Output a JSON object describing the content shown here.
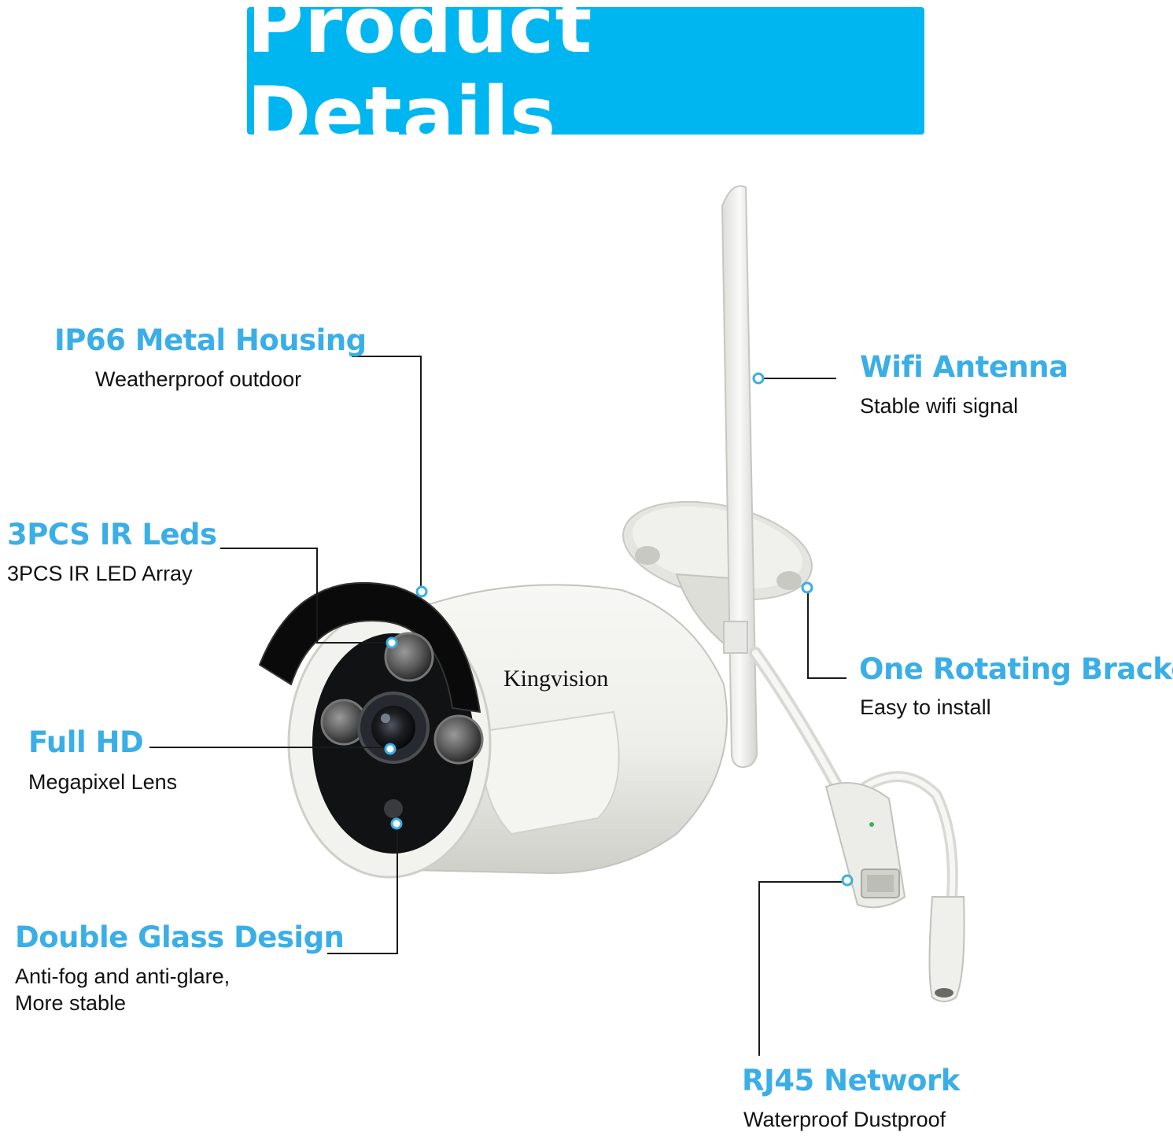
{
  "banner": {
    "title": "Product Details"
  },
  "camera": {
    "brand": "Kingvision"
  },
  "colors": {
    "accent": "#00b6f0",
    "feature_title": "#3aaee6",
    "text": "#111111"
  },
  "features": {
    "housing": {
      "title": "IP66 Metal Housing",
      "desc": "Weatherproof outdoor"
    },
    "ir_leds": {
      "title": "3PCS IR Leds",
      "desc": "3PCS IR LED Array"
    },
    "full_hd": {
      "title": "Full HD",
      "desc": "Megapixel Lens"
    },
    "glass": {
      "title": "Double Glass Design",
      "desc_line1": "Anti-fog and anti-glare,",
      "desc_line2": "More stable"
    },
    "wifi": {
      "title": "Wifi Antenna",
      "desc": "Stable wifi signal"
    },
    "bracket": {
      "title": "One Rotating Bracket",
      "desc": "Easy to install"
    },
    "rj45": {
      "title": "RJ45 Network",
      "desc": "Waterproof Dustproof"
    }
  }
}
